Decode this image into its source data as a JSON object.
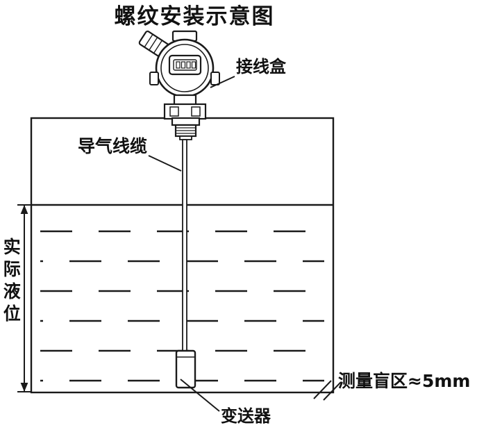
{
  "title": "螺纹安装示意图",
  "labels": {
    "junction_box": "接线盒",
    "air_cable": "导气线缆",
    "actual_level": "实际液位",
    "blind_zone": "测量盲区≈5mm",
    "transmitter": "变送器"
  },
  "colors": {
    "line": "#1a1a1a",
    "background": "#ffffff",
    "text": "#111111"
  },
  "icons": {
    "lcd_display": "lcd-display-icon",
    "cable_gland": "cable-gland-icon"
  }
}
